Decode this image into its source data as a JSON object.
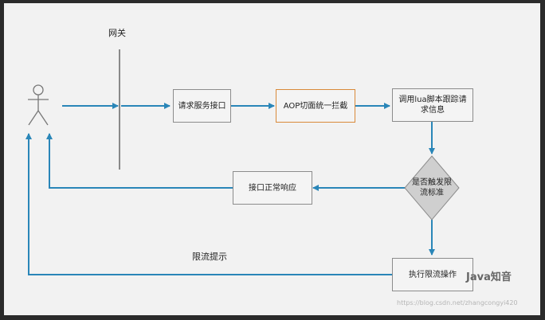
{
  "diagram": {
    "gateway_label": "网关",
    "nodes": {
      "request_api": "请求服务接口",
      "aop_intercept": "AOP切面统一拦截",
      "call_lua": "调用lua脚本跟踪请求信息",
      "decision": "是否触发限流标准",
      "normal_response": "接口正常响应",
      "execute_limit": "执行限流操作"
    },
    "edge_labels": {
      "limit_tip": "限流提示"
    },
    "colors": {
      "arrow": "#2a86b8",
      "aop_border": "#d98a3a",
      "box_border": "#8c8c8c",
      "diamond_fill": "#cfcfcf"
    }
  },
  "watermark": {
    "brand": "Java知音",
    "url": "https://blog.csdn.net/zhangcongyi420"
  }
}
